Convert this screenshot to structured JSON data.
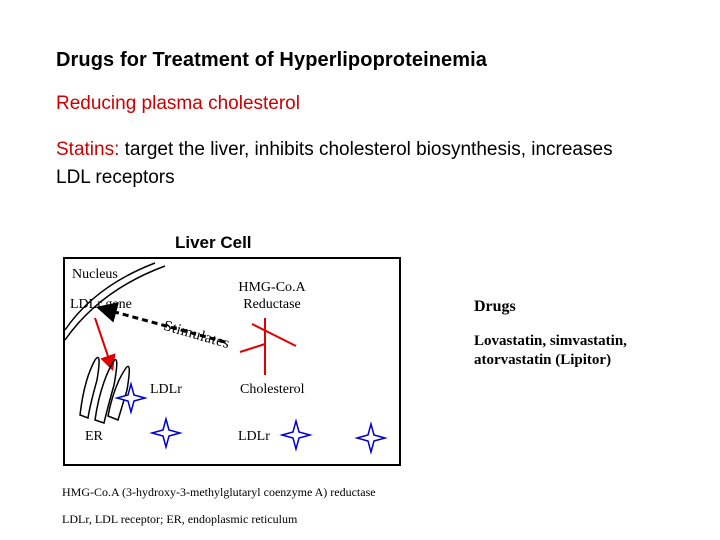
{
  "slide": {
    "title": "Drugs for Treatment of Hyperlipoproteinemia",
    "subtitle": "Reducing plasma cholesterol",
    "statins_label": "Statins:",
    "statins_text": " target the liver, inhibits cholesterol biosynthesis, increases LDL receptors"
  },
  "diagram": {
    "title": "Liver Cell",
    "nucleus": "Nucleus",
    "ldlr_gene": "LDLr gene",
    "hmg_enzyme": "HMG-Co.A Reductase",
    "stimulates": "Stimulates",
    "ldlr_er": "LDLr",
    "cholesterol": "Cholesterol",
    "er": "ER",
    "ldlr_membrane": "LDLr"
  },
  "drugs": {
    "heading": "Drugs",
    "list": "Lovastatin, simvastatin, atorvastatin (Lipitor)"
  },
  "footnotes": {
    "line1": "HMG-Co.A (3-hydroxy-3-methylglutaryl coenzyme A) reductase",
    "line2": "LDLr, LDL receptor; ER, endoplasmic reticulum"
  },
  "colors": {
    "accent_red": "#cc0000",
    "inhibition_red": "#e00000",
    "receptor_blue": "#0000cc"
  }
}
